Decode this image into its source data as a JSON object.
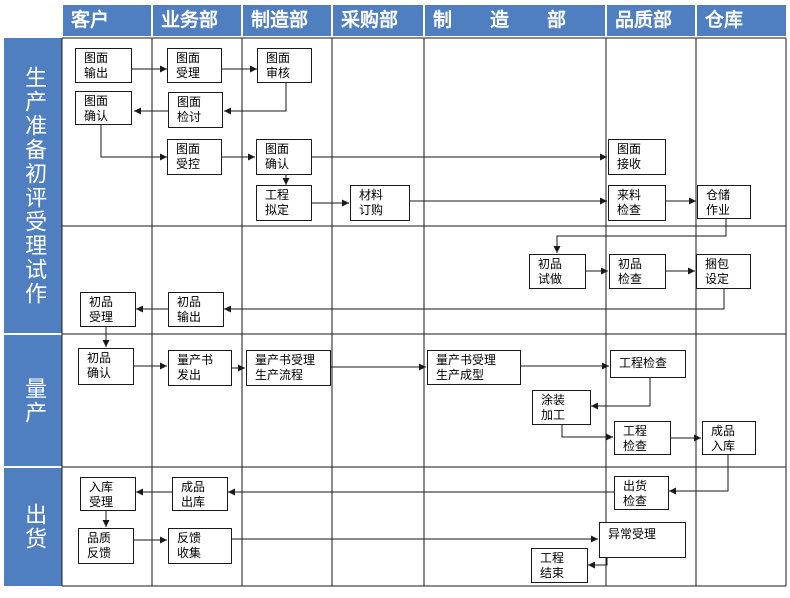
{
  "columns": [
    "客户",
    "业务部",
    "制造部",
    "采购部",
    "制　　造　　部",
    "品质部",
    "仓库"
  ],
  "phases": [
    "生产准备初评受理试作",
    "量产",
    "出货"
  ],
  "boxes": {
    "drawing_output": "图面\n输出",
    "drawing_accept": "图面\n受理",
    "drawing_review": "图面\n审核",
    "drawing_confirm_client": "图面\n确认",
    "drawing_discuss": "图面\n检讨",
    "drawing_control": "图面\n受控",
    "drawing_confirm_mfg": "图面\n确认",
    "drawing_receive": "图面\n接收",
    "process_plan": "工程\n拟定",
    "material_order": "材料\n订购",
    "incoming_inspect": "来料\n检查",
    "storage": "仓储\n作业",
    "first_trial": "初品\n试做",
    "first_inspect": "初品\n检查",
    "packing_setup": "捆包\n设定",
    "first_output": "初品\n输出",
    "first_accept": "初品\n受理",
    "first_confirm": "初品\n确认",
    "mass_issue": "量产书\n发出",
    "mass_flow": "量产书受理\n生产流程",
    "mass_form": "量产书受理\n生产成型",
    "process_check1": "工程检查",
    "painting": "涂装\n加工",
    "process_check2": "工程\n检查",
    "product_in": "成品\n入库",
    "shipment_check": "出货\n检查",
    "product_out": "成品\n出库",
    "stock_accept": "入库\n受理",
    "quality_feedback": "品质\n反馈",
    "feedback_collect": "反馈\n收集",
    "abnormal_accept": "异常受理",
    "process_end": "工程\n结束"
  },
  "colors": {
    "header": "#4f7fc0",
    "line": "#1a1a1a"
  }
}
